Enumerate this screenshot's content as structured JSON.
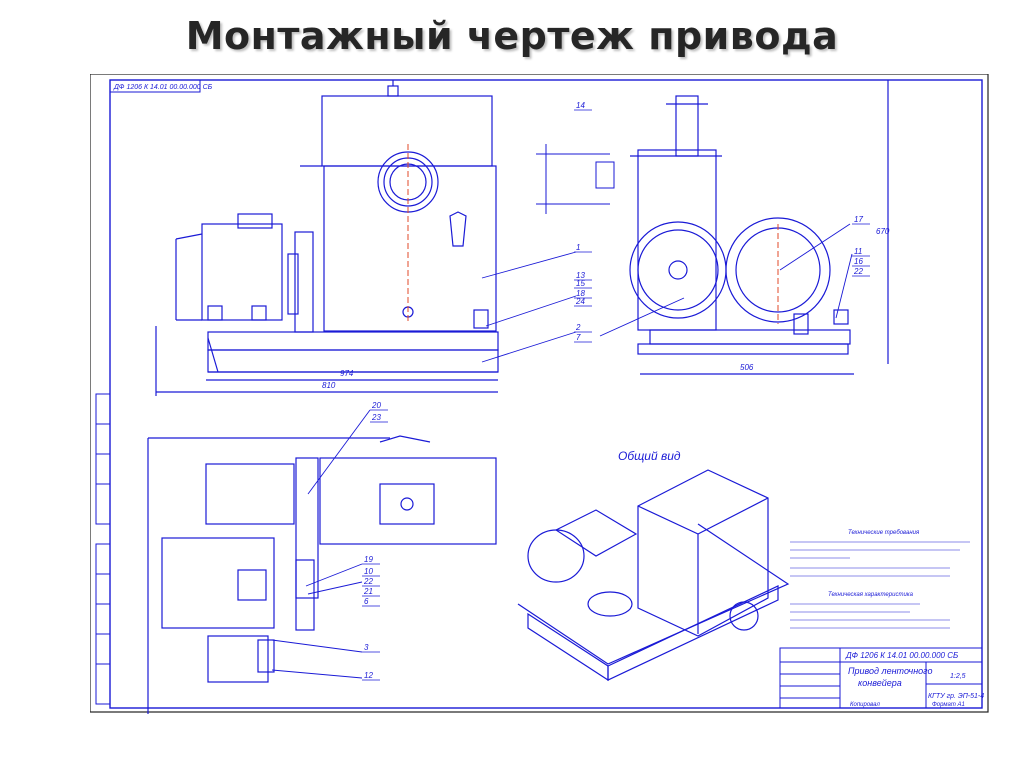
{
  "slide": {
    "title": "Монтажный чертеж привода"
  },
  "drawing": {
    "code_stamp": "ДФ 1206 К 14.01 00.00.000 СБ",
    "general_view_label": "Общий вид",
    "dim_width_top": "974",
    "dim_total_top": "810",
    "dim_side": "506",
    "dim_height": "670",
    "callouts": [
      "14",
      "1",
      "18",
      "13",
      "15",
      "24",
      "2",
      "7",
      "17",
      "11",
      "16",
      "22",
      "20",
      "23",
      "19",
      "10",
      "22",
      "21",
      "6",
      "3",
      "12"
    ],
    "tech_req_title": "Технические требования",
    "tech_char_title": "Техническая характеристика",
    "title_block": {
      "name_line1": "Привод ленточного",
      "name_line2": "конвейера",
      "code": "ДФ 1206 К 14.01 00.00.000 СБ",
      "group": "КГТУ гр. ЭП-51-4",
      "mass": "",
      "scale": "1:2,5",
      "format_label": "Формат А1",
      "copied_label": "Копировал"
    }
  },
  "colors": {
    "ink": "#1a1ad6",
    "accent": "#e04a2a",
    "frame": "#1a1ad6"
  }
}
